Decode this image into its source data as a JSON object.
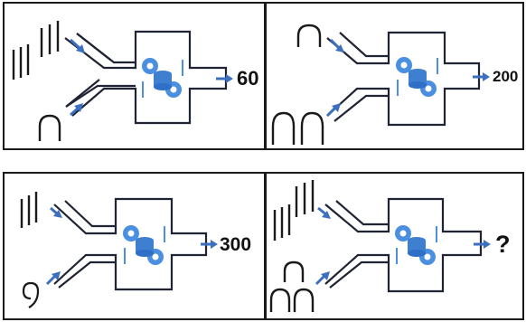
{
  "panels": [
    {
      "id": "p1",
      "inputs": {
        "top": "|||  |||",
        "bottom": "∩"
      },
      "output": "60"
    },
    {
      "id": "p2",
      "inputs": {
        "top": "∩",
        "bottom": "∩∩"
      },
      "output": "200"
    },
    {
      "id": "p3",
      "inputs": {
        "top": "|||",
        "bottom": "9"
      },
      "output": "300"
    },
    {
      "id": "p4",
      "inputs": {
        "top": "|||  |||",
        "bottom": "∩∩∩"
      },
      "output": "?"
    }
  ],
  "colors": {
    "frame": "#1a1a1a",
    "machine_line": "#1f2333",
    "arrow": "#3d6fc0",
    "gear": "#4a8fe0",
    "gear_dark": "#2f6fc7",
    "database": "#3f7fd0"
  },
  "icons": {
    "machine": "processing-machine-icon",
    "gears": "gears-database-icon",
    "arrow": "arrow-right-icon"
  }
}
